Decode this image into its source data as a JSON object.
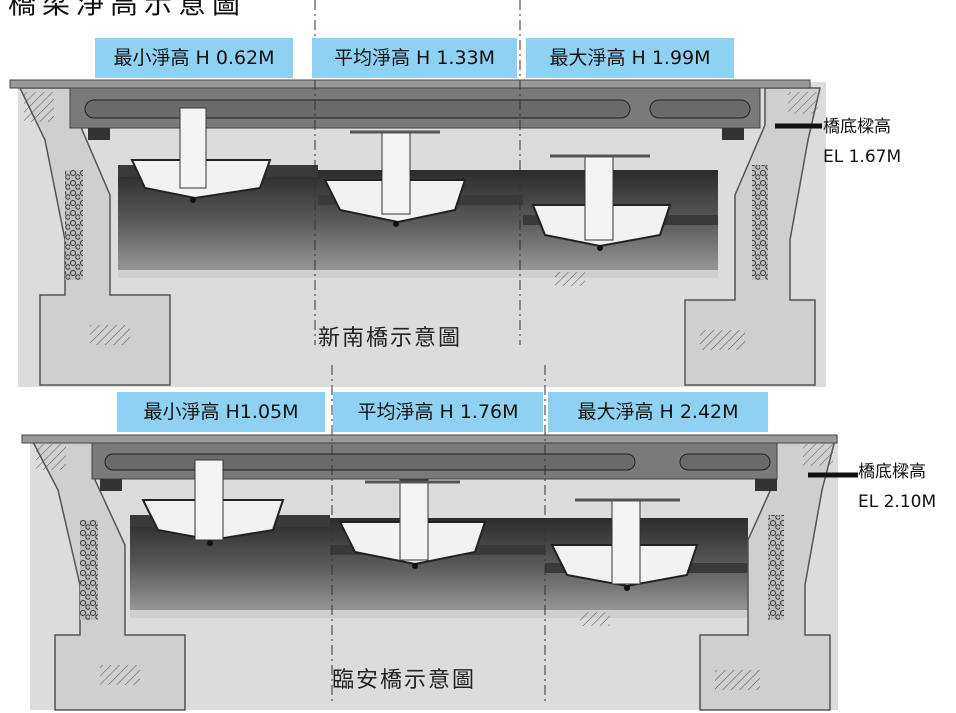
{
  "top_heading": "橋梁淨高示意圖",
  "bridges": [
    {
      "name": "新南橋示意圖",
      "clearances": {
        "min": "最小淨高 H 0.62M",
        "avg": "平均淨高 H 1.33M",
        "max": "最大淨高 H 1.99M"
      },
      "elevation": {
        "label": "橋底樑高",
        "value": "EL 1.67M"
      }
    },
    {
      "name": "臨安橋示意圖",
      "clearances": {
        "min": "最小淨高 H1.05M",
        "avg": "平均淨高 H 1.76M",
        "max": "最大淨高 H 2.42M"
      },
      "elevation": {
        "label": "橋底樑高",
        "value": "EL 2.10M"
      }
    }
  ],
  "colors": {
    "label_bg": "#8ed1f3",
    "concrete": "#d9d9d9",
    "water_dark": "#2e2e2e",
    "water_light": "#8a8a8a",
    "deck": "#6e6e6e"
  }
}
